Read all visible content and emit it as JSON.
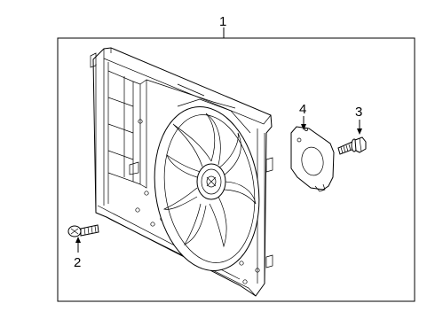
{
  "callouts": {
    "c1": "1",
    "c2": "2",
    "c3": "3",
    "c4": "4"
  },
  "parts": [
    {
      "callout": "1",
      "name": "fan-shroud-assembly-icon"
    },
    {
      "callout": "2",
      "name": "screw-icon"
    },
    {
      "callout": "3",
      "name": "bolt-icon"
    },
    {
      "callout": "4",
      "name": "bracket-plate-icon"
    }
  ],
  "colors": {
    "line": "#000000",
    "background": "#ffffff"
  }
}
